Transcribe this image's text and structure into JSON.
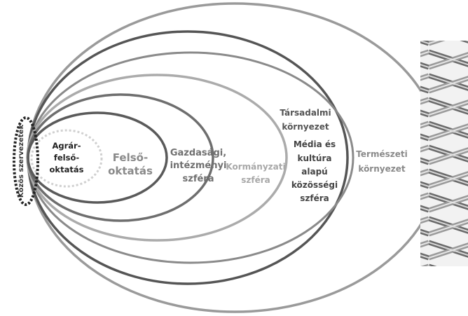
{
  "labels": {
    "kozos": "Közös szervezetek",
    "agrar": [
      "Agrár-",
      "felső-",
      "oktatás"
    ],
    "felso": [
      "Felső-",
      "oktatás"
    ],
    "gazdasagi": [
      "Gazdasági,",
      "intézményi",
      "szféra"
    ],
    "kormanyzati": [
      "Kormányzati",
      "szféra"
    ],
    "tarsadalmi": [
      "Társadalmi",
      "környezet"
    ],
    "media": [
      "Média és",
      "kultúra",
      "alapú",
      "közösségi",
      "szféra"
    ],
    "termeszeti": [
      "Természeti",
      "környezet"
    ]
  },
  "colors": {
    "felso": "#5a5a5a",
    "gazdasagi": "#6e6e6e",
    "kormanyzati": "#ababab",
    "tarsadalmi": "#8a8a8a",
    "media": "#555555",
    "termeszeti": "#9a9a9a",
    "agrar_dotted": "#d0d0d0",
    "kozos": "#222222"
  }
}
